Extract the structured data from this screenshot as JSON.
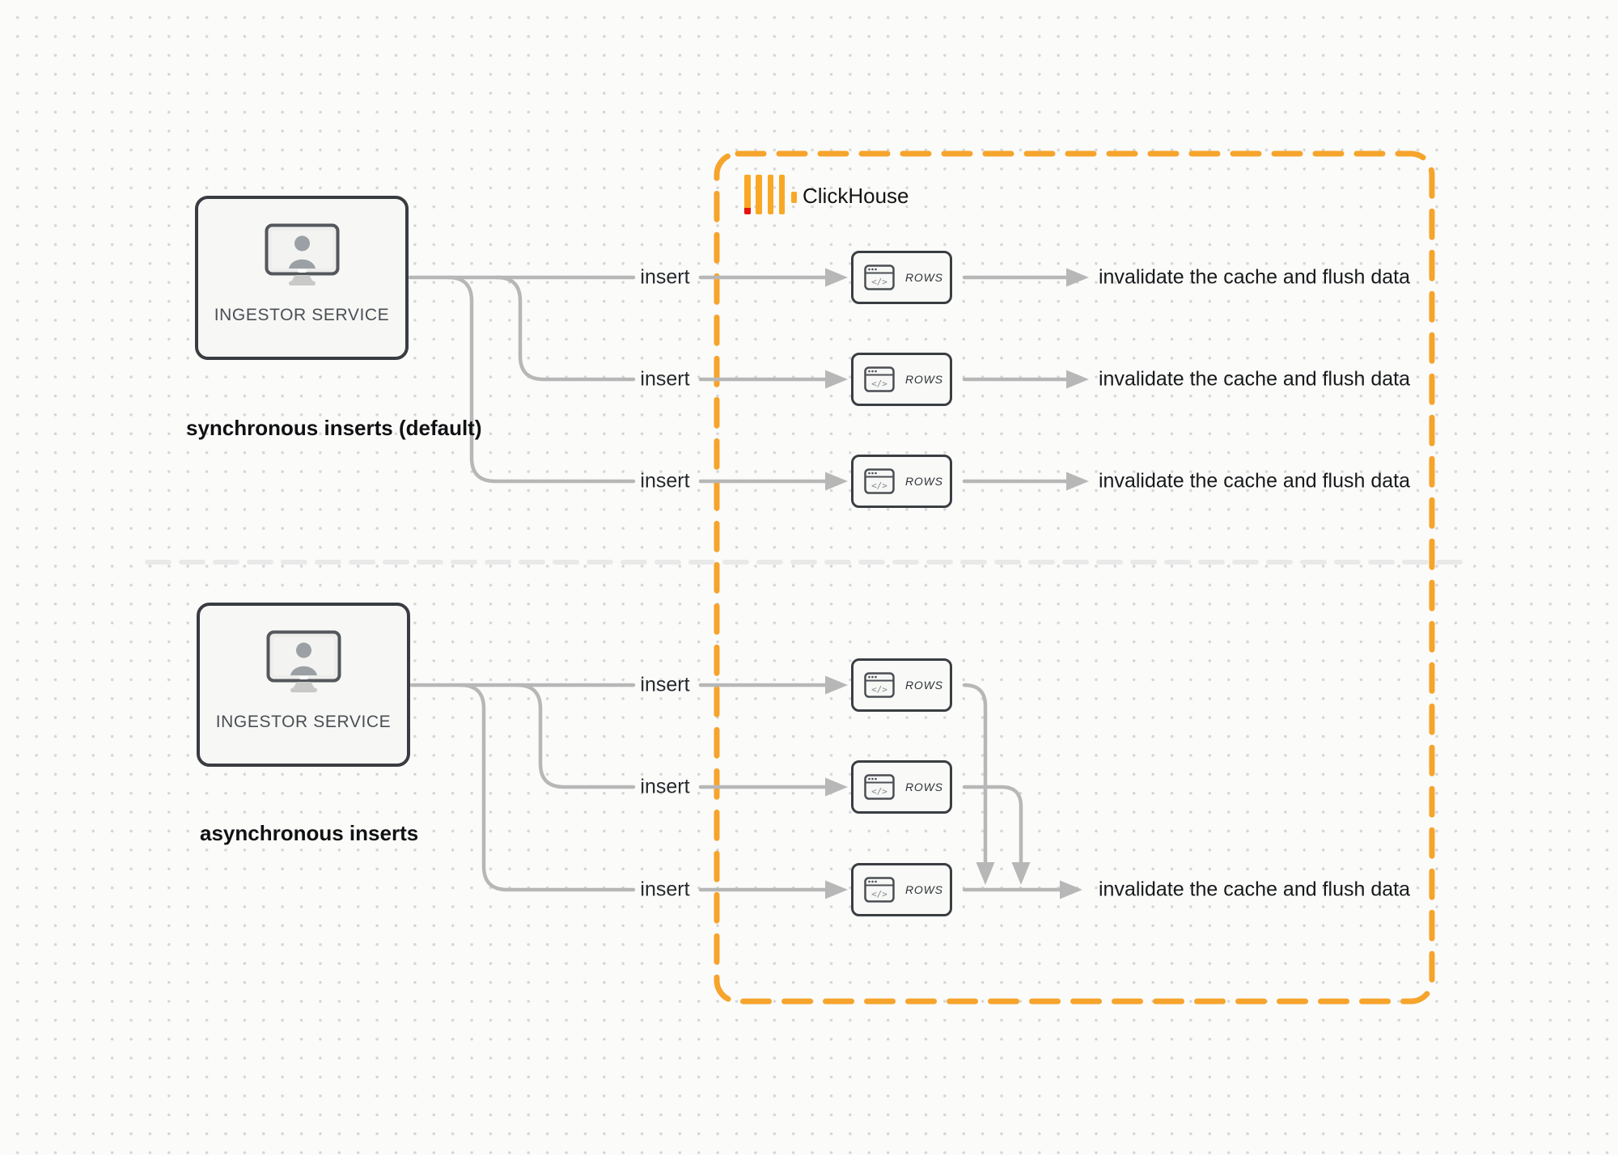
{
  "colors": {
    "container_accent": "#F6A42C",
    "connector_gray": "#B7B7B7",
    "box_border_dark": "#3A3E42",
    "logo_yellow": "#F9A825",
    "logo_red": "#E2140E",
    "divider_gray": "#E9E9E9"
  },
  "clickhouse": {
    "title": "ClickHouse",
    "logo_icon": "clickhouse-bars-logo"
  },
  "sections": [
    {
      "name": "synchronous",
      "caption": "synchronous inserts (default)",
      "source": {
        "label": "INGESTOR SERVICE",
        "icon": "monitor-user-icon"
      },
      "flows": [
        {
          "action": "insert",
          "target": "ROWS",
          "target_icon": "code-window-icon",
          "result": "invalidate the cache and flush data"
        },
        {
          "action": "insert",
          "target": "ROWS",
          "target_icon": "code-window-icon",
          "result": "invalidate the cache and flush data"
        },
        {
          "action": "insert",
          "target": "ROWS",
          "target_icon": "code-window-icon",
          "result": "invalidate the cache and flush data"
        }
      ]
    },
    {
      "name": "asynchronous",
      "caption": "asynchronous inserts",
      "source": {
        "label": "INGESTOR SERVICE",
        "icon": "monitor-user-icon"
      },
      "flows": [
        {
          "action": "insert",
          "target": "ROWS",
          "target_icon": "code-window-icon"
        },
        {
          "action": "insert",
          "target": "ROWS",
          "target_icon": "code-window-icon"
        },
        {
          "action": "insert",
          "target": "ROWS",
          "target_icon": "code-window-icon"
        }
      ],
      "merged_result": "invalidate the cache and flush data"
    }
  ]
}
